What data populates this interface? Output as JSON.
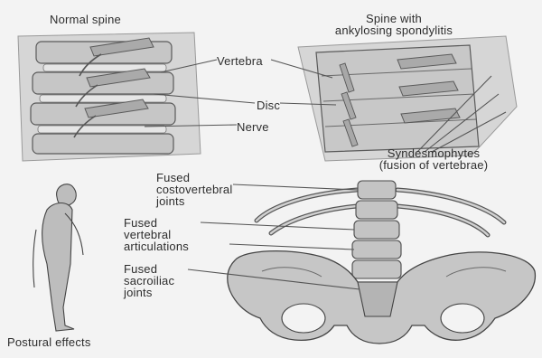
{
  "labels": {
    "normal_spine": "Normal spine",
    "ankylosing_spine": "Spine with\nankylosing spondylitis",
    "vertebra": "Vertebra",
    "disc": "Disc",
    "nerve": "Nerve",
    "syndesmophytes": "Syndesmophytes\n(fusion of vertebrae)",
    "fused_costovertebral": "Fused\ncostovertebral\njoints",
    "fused_vertebral_articulations": "Fused\nvertebral\narticulations",
    "fused_sacroiliac": "Fused\nsacroiliac\njoints",
    "postural_effects": "Postural effects"
  },
  "colors": {
    "background": "#f3f3f3",
    "bone_fill": "#c2c2c2",
    "bone_light": "#dcdcdc",
    "bone_dark": "#8f8f8f",
    "outline": "#4a4a4a",
    "leader_line": "#555555",
    "figure_fill": "#bdbdbd"
  }
}
